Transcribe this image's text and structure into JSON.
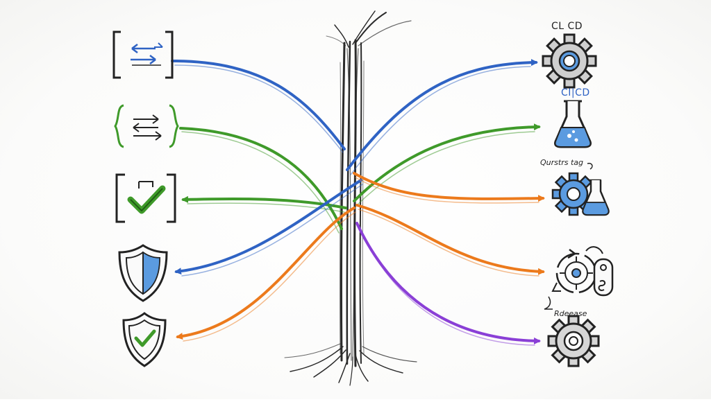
{
  "colors": {
    "blue": "#2f63c4",
    "green": "#3f9a2a",
    "orange": "#ec7a1c",
    "purple": "#8a3fd6",
    "ink": "#222222",
    "fill_blue": "#5b9be0"
  },
  "left_icons": [
    {
      "name": "code-swap-icon",
      "color": "blue"
    },
    {
      "name": "code-swap-icon",
      "color": "green"
    },
    {
      "name": "checklist-icon",
      "color": "green"
    },
    {
      "name": "shield-icon",
      "color": "blue"
    },
    {
      "name": "shield-check-icon",
      "color": "green"
    }
  ],
  "right_items": [
    {
      "label": "CL CD",
      "icon": "gear-icon"
    },
    {
      "label": "CI|CD",
      "icon": "flask-icon"
    },
    {
      "label": "Qurstrs tag",
      "icon": "gear-flask-icon"
    },
    {
      "label": "",
      "icon": "cycle-icon"
    },
    {
      "label": "Rdeease",
      "icon": "gear-icon"
    }
  ],
  "center": {
    "icon": "trunk-icon"
  }
}
